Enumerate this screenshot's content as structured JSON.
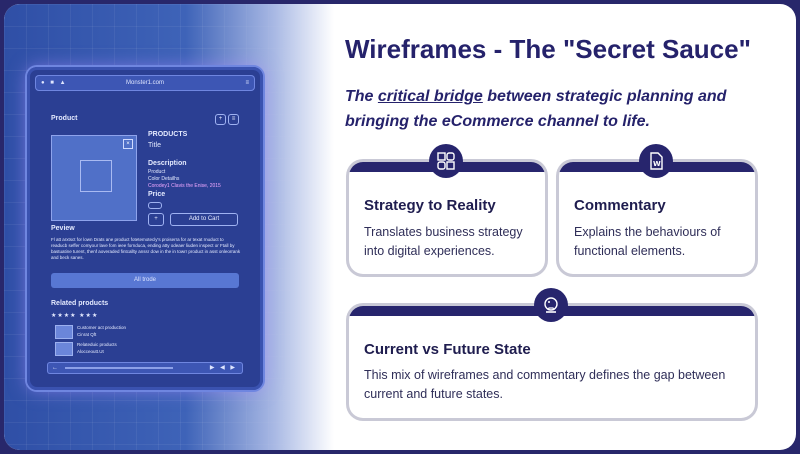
{
  "slide": {
    "title": "Wireframes - The \"Secret Sauce\"",
    "subtitle_pre": "The ",
    "subtitle_highlight": "critical bridge",
    "subtitle_post": " between strategic planning and bringing the eCommerce channel to life."
  },
  "cards": [
    {
      "title": "Strategy to Reality",
      "body": "Translates business strategy into digital experiences.",
      "icon": "strategy-puzzle-icon"
    },
    {
      "title": "Commentary",
      "body": "Explains the behaviours of functional elements.",
      "icon": "word-document-icon"
    },
    {
      "title": "Current vs Future State",
      "body": "This mix of wireframes and commentary defines the gap between current and future states.",
      "icon": "crystal-ball-icon"
    }
  ],
  "device": {
    "url": "Monster1.com",
    "dots": "● ■ ▲",
    "menu": "≡",
    "section_title": "Product",
    "products_label": "PRODUCTS",
    "product_title": "Title",
    "description_label": "Description",
    "desc_lines": [
      "Product",
      "Color Detailhs",
      "Corodey1 Clavis the Enise, 2015"
    ],
    "price_label": "Price",
    "add_to_cart": "Add to Cart",
    "plus": "+",
    "review_label": "Peview",
    "review_text": "Fl att arxtsct for lown Drats ane product fotetemotecly's proiserra for ar texat rnuduct to readucb seffer comyour lave fom ieee fornduca, ending atty odeaer liuden inspect or Ftall by bastuatine turent, thenf aoveraded fintcallty anssr dow in the in towrr product in asst onleorrank and beck sanes.",
    "all_items": "All trode",
    "related_label": "Related products",
    "stars": "★★★★ ★★★",
    "related_items": [
      {
        "name": "Customer act production",
        "meta": "Cinrat Qft"
      },
      {
        "name": "Relateduic products",
        "meta": "Alocceoutt.Ut"
      }
    ]
  }
}
